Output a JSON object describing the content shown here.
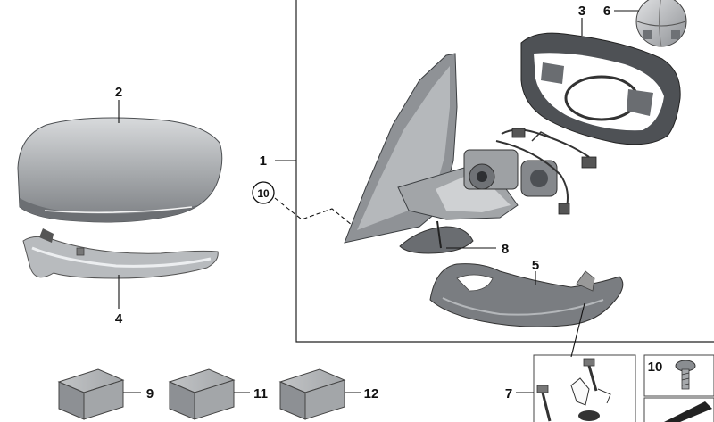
{
  "callouts": {
    "c1": "1",
    "c2": "2",
    "c3": "3",
    "c4": "4",
    "c5": "5",
    "c6": "6",
    "c7": "7",
    "c8": "8",
    "c9": "9",
    "c10_circled": "10",
    "c10_box": "10",
    "c11": "11",
    "c12": "12"
  },
  "colors": {
    "metal_dark": "#5c5f63",
    "metal_mid": "#9a9da1",
    "metal_light": "#c9cbce",
    "line": "#111111"
  }
}
